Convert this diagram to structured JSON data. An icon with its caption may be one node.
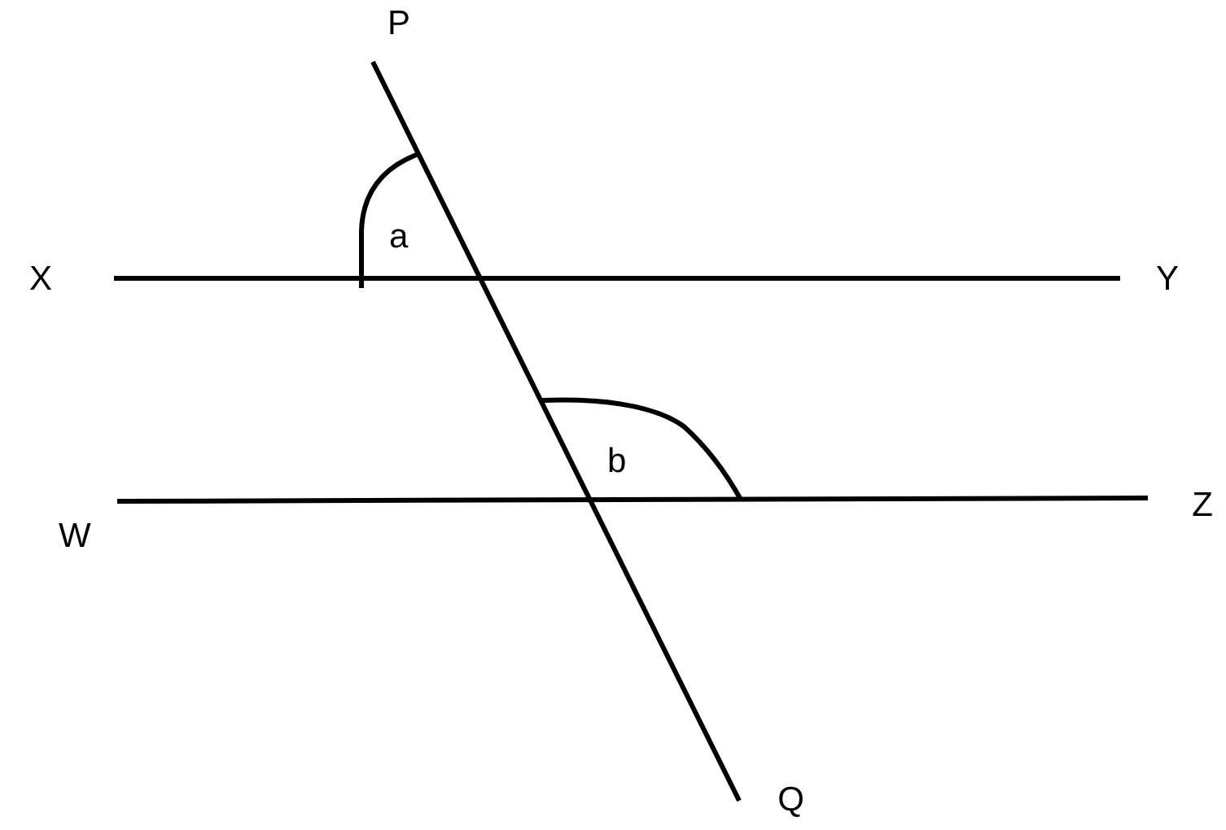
{
  "diagram": {
    "nodes": [
      {
        "text": [
          "P"
        ]
      },
      {
        "text": [
          "X"
        ]
      },
      {
        "text": [
          "Y"
        ]
      },
      {
        "text": [
          "W"
        ]
      },
      {
        "text": [
          "Z"
        ]
      },
      {
        "text": [
          "Q"
        ]
      }
    ],
    "edges": [
      {
        "from": 1,
        "to": 2,
        "arrow": "none"
      },
      {
        "from": 3,
        "to": 4,
        "arrow": "none"
      },
      {
        "from": 0,
        "to": 5,
        "arrow": "none"
      }
    ],
    "labels": [
      "a",
      "b"
    ]
  }
}
